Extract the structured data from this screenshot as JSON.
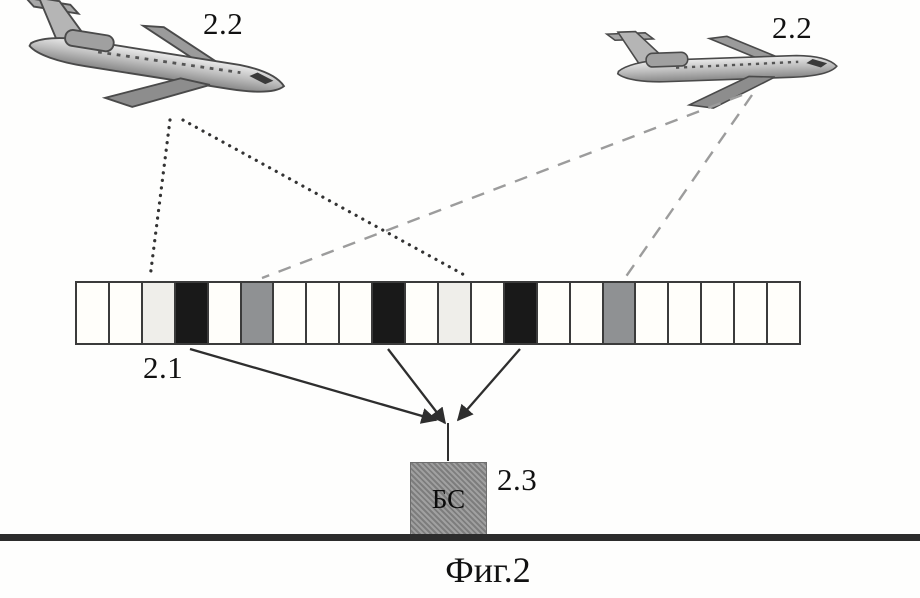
{
  "diagram": {
    "caption": "Фиг.2",
    "labels": {
      "aircraft_left": "2.2",
      "aircraft_right": "2.2",
      "slot_strip": "2.1",
      "base_station_ref": "2.3",
      "base_station": "БС"
    },
    "strip": {
      "cells": [
        "white",
        "white",
        "light",
        "dark",
        "white",
        "gray",
        "white",
        "white",
        "white",
        "dark",
        "white",
        "light",
        "white",
        "dark",
        "white",
        "white",
        "gray",
        "white",
        "white",
        "white",
        "white",
        "white"
      ]
    },
    "connections": [
      {
        "from": "aircraft-left",
        "to": "slot-cell-2",
        "style": "dotted"
      },
      {
        "from": "aircraft-left",
        "to": "slot-cell-11",
        "style": "dotted"
      },
      {
        "from": "aircraft-right",
        "to": "slot-cell-5",
        "style": "dashed"
      },
      {
        "from": "aircraft-right",
        "to": "slot-cell-16",
        "style": "dashed"
      },
      {
        "from": "slot-cell-3",
        "to": "base-station",
        "style": "solid-arrow"
      },
      {
        "from": "slot-cell-9",
        "to": "base-station",
        "style": "solid-arrow"
      },
      {
        "from": "slot-cell-13",
        "to": "base-station",
        "style": "solid-arrow"
      }
    ],
    "colors": {
      "white_cell": "#fffefa",
      "light_cell": "#efeeea",
      "gray_cell": "#8f9193",
      "dark_cell": "#191919",
      "cell_border": "#3b3b3b",
      "solid_line": "#2e2e2e",
      "dotted_line": "#333333",
      "dashed_line": "#9c9c9c",
      "ground": "#2c2c2c",
      "bs_box": "#8e8e8e"
    }
  }
}
